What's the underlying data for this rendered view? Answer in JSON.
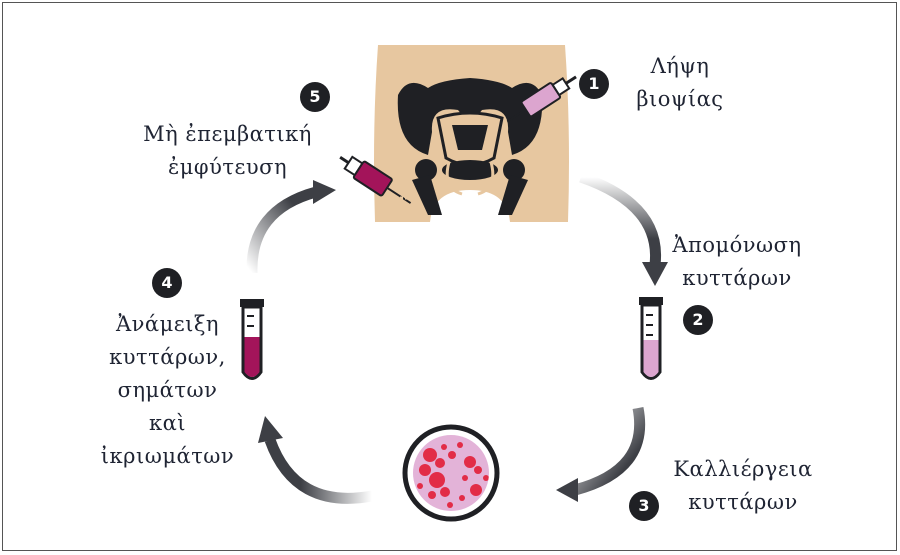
{
  "steps": [
    {
      "number": "1",
      "lines": [
        "Λήψη",
        "βιοψίας"
      ]
    },
    {
      "number": "2",
      "lines": [
        "Ἀπομόνωση",
        "κυττάρων"
      ]
    },
    {
      "number": "3",
      "lines": [
        "Καλλιέργεια",
        "κυττάρων"
      ]
    },
    {
      "number": "4",
      "lines": [
        "Ἀνάμειξη",
        "κυττάρων,",
        "σημάτων",
        "καὶ",
        "ἰκριωμάτων"
      ]
    },
    {
      "number": "5",
      "lines": [
        "Μὴ ἐπεμβατική",
        "ἐμφύτευση"
      ]
    }
  ],
  "colors": {
    "text": "#1f2433",
    "badge": "#1f2024",
    "skin": "#e7c7a0",
    "bone": "#1f2024",
    "tube_fill_dark": "#a3145a",
    "tube_fill_light": "#dca5cf",
    "dish": "#e3b3d8",
    "colonies": "#e22c47",
    "arrow": "#3d3f45"
  },
  "icons": [
    "pelvis-icon",
    "biopsy-syringe-icon",
    "implant-syringe-icon",
    "test-tube-icon",
    "petri-dish-icon",
    "cycle-arrow-icon"
  ]
}
